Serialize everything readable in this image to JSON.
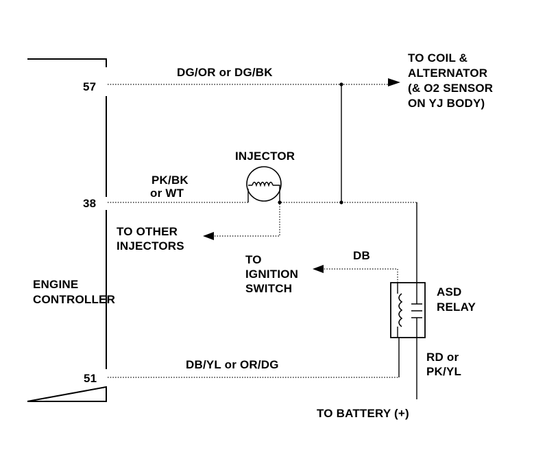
{
  "controller": {
    "label_line1": "ENGINE",
    "label_line2": "CONTROLLER",
    "pin_57": "57",
    "pin_38": "38",
    "pin_51": "51"
  },
  "wires": {
    "top_wire_color": "DG/OR or DG/BK",
    "injector_wire_color_line1": "PK/BK",
    "injector_wire_color_line2": "or WT",
    "ignition_wire_color": "DB",
    "bottom_wire_color": "DB/YL or OR/DG",
    "battery_wire_color_line1": "RD or",
    "battery_wire_color_line2": "PK/YL"
  },
  "components": {
    "injector_label": "INJECTOR",
    "relay_label_line1": "ASD",
    "relay_label_line2": "RELAY"
  },
  "destinations": {
    "coil_line1": "TO COIL &",
    "coil_line2": "ALTERNATOR",
    "coil_line3": "(& O2 SENSOR",
    "coil_line4": "ON YJ BODY)",
    "other_injectors_line1": "TO OTHER",
    "other_injectors_line2": "INJECTORS",
    "ignition_line1": "TO",
    "ignition_line2": "IGNITION",
    "ignition_line3": "SWITCH",
    "battery": "TO BATTERY (+)"
  }
}
